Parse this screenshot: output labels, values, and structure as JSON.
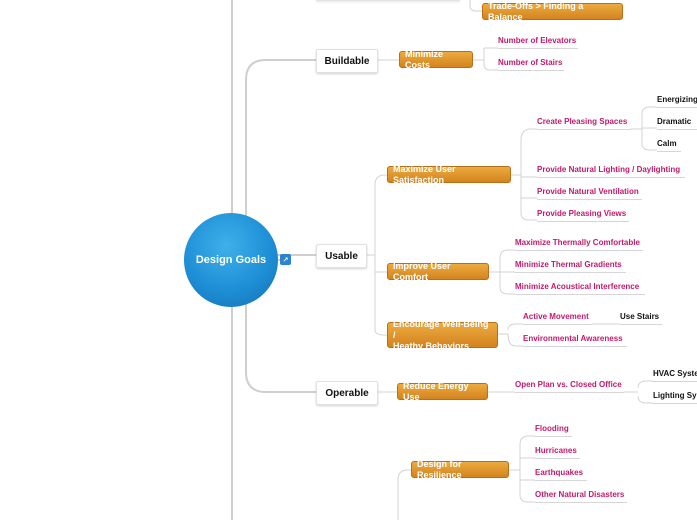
{
  "root": {
    "label": "Design Goals",
    "icon": "task-icon"
  },
  "top_partial": {
    "label": "Trade-Offs > Finding a Balance"
  },
  "branches": {
    "buildable": {
      "label": "Buildable"
    },
    "usable": {
      "label": "Usable"
    },
    "operable": {
      "label": "Operable"
    }
  },
  "subbranches": {
    "minimize_costs": {
      "label": "Minimize Costs",
      "leaves": [
        "Number of Elevators",
        "Number of Stairs"
      ]
    },
    "maximize_user_satisfaction": {
      "label": "Maximize User Satisfaction"
    },
    "create_pleasing_spaces": {
      "label": "Create Pleasing Spaces",
      "leaves": [
        "Energizing",
        "Dramatic",
        "Calm"
      ]
    },
    "satisfaction_leaves": [
      "Provide Natural Lighting / Daylighting",
      "Provide Natural Ventilation",
      "Provide Pleasing Views"
    ],
    "improve_user_comfort": {
      "label": "Improve User Comfort",
      "leaves": [
        "Maximize Thermally Comfortable",
        "Minimize Thermal Gradients",
        "Minimize Acoustical Interference"
      ]
    },
    "wellbeing": {
      "label_line1": "Encourage Well-Being /",
      "label_line2": "Heathy Behaviors",
      "active_movement": "Active Movement",
      "use_stairs": "Use Stairs",
      "environmental_awareness": "Environmental Awareness"
    },
    "reduce_energy_use": {
      "label": "Reduce Energy Use",
      "open_plan": "Open Plan vs. Closed Office",
      "hvac": "HVAC Syste",
      "lighting": "Lighting Sy"
    },
    "design_for_resilience": {
      "label": "Design for Resilience",
      "leaves": [
        "Flooding",
        "Hurricanes",
        "Earthquakes",
        "Other Natural Disasters"
      ]
    }
  },
  "colors": {
    "root": "#1e8fd6",
    "subtopic": "#d98a24",
    "leaf_text": "#c21a6b",
    "connector": "#cfcfcf"
  }
}
